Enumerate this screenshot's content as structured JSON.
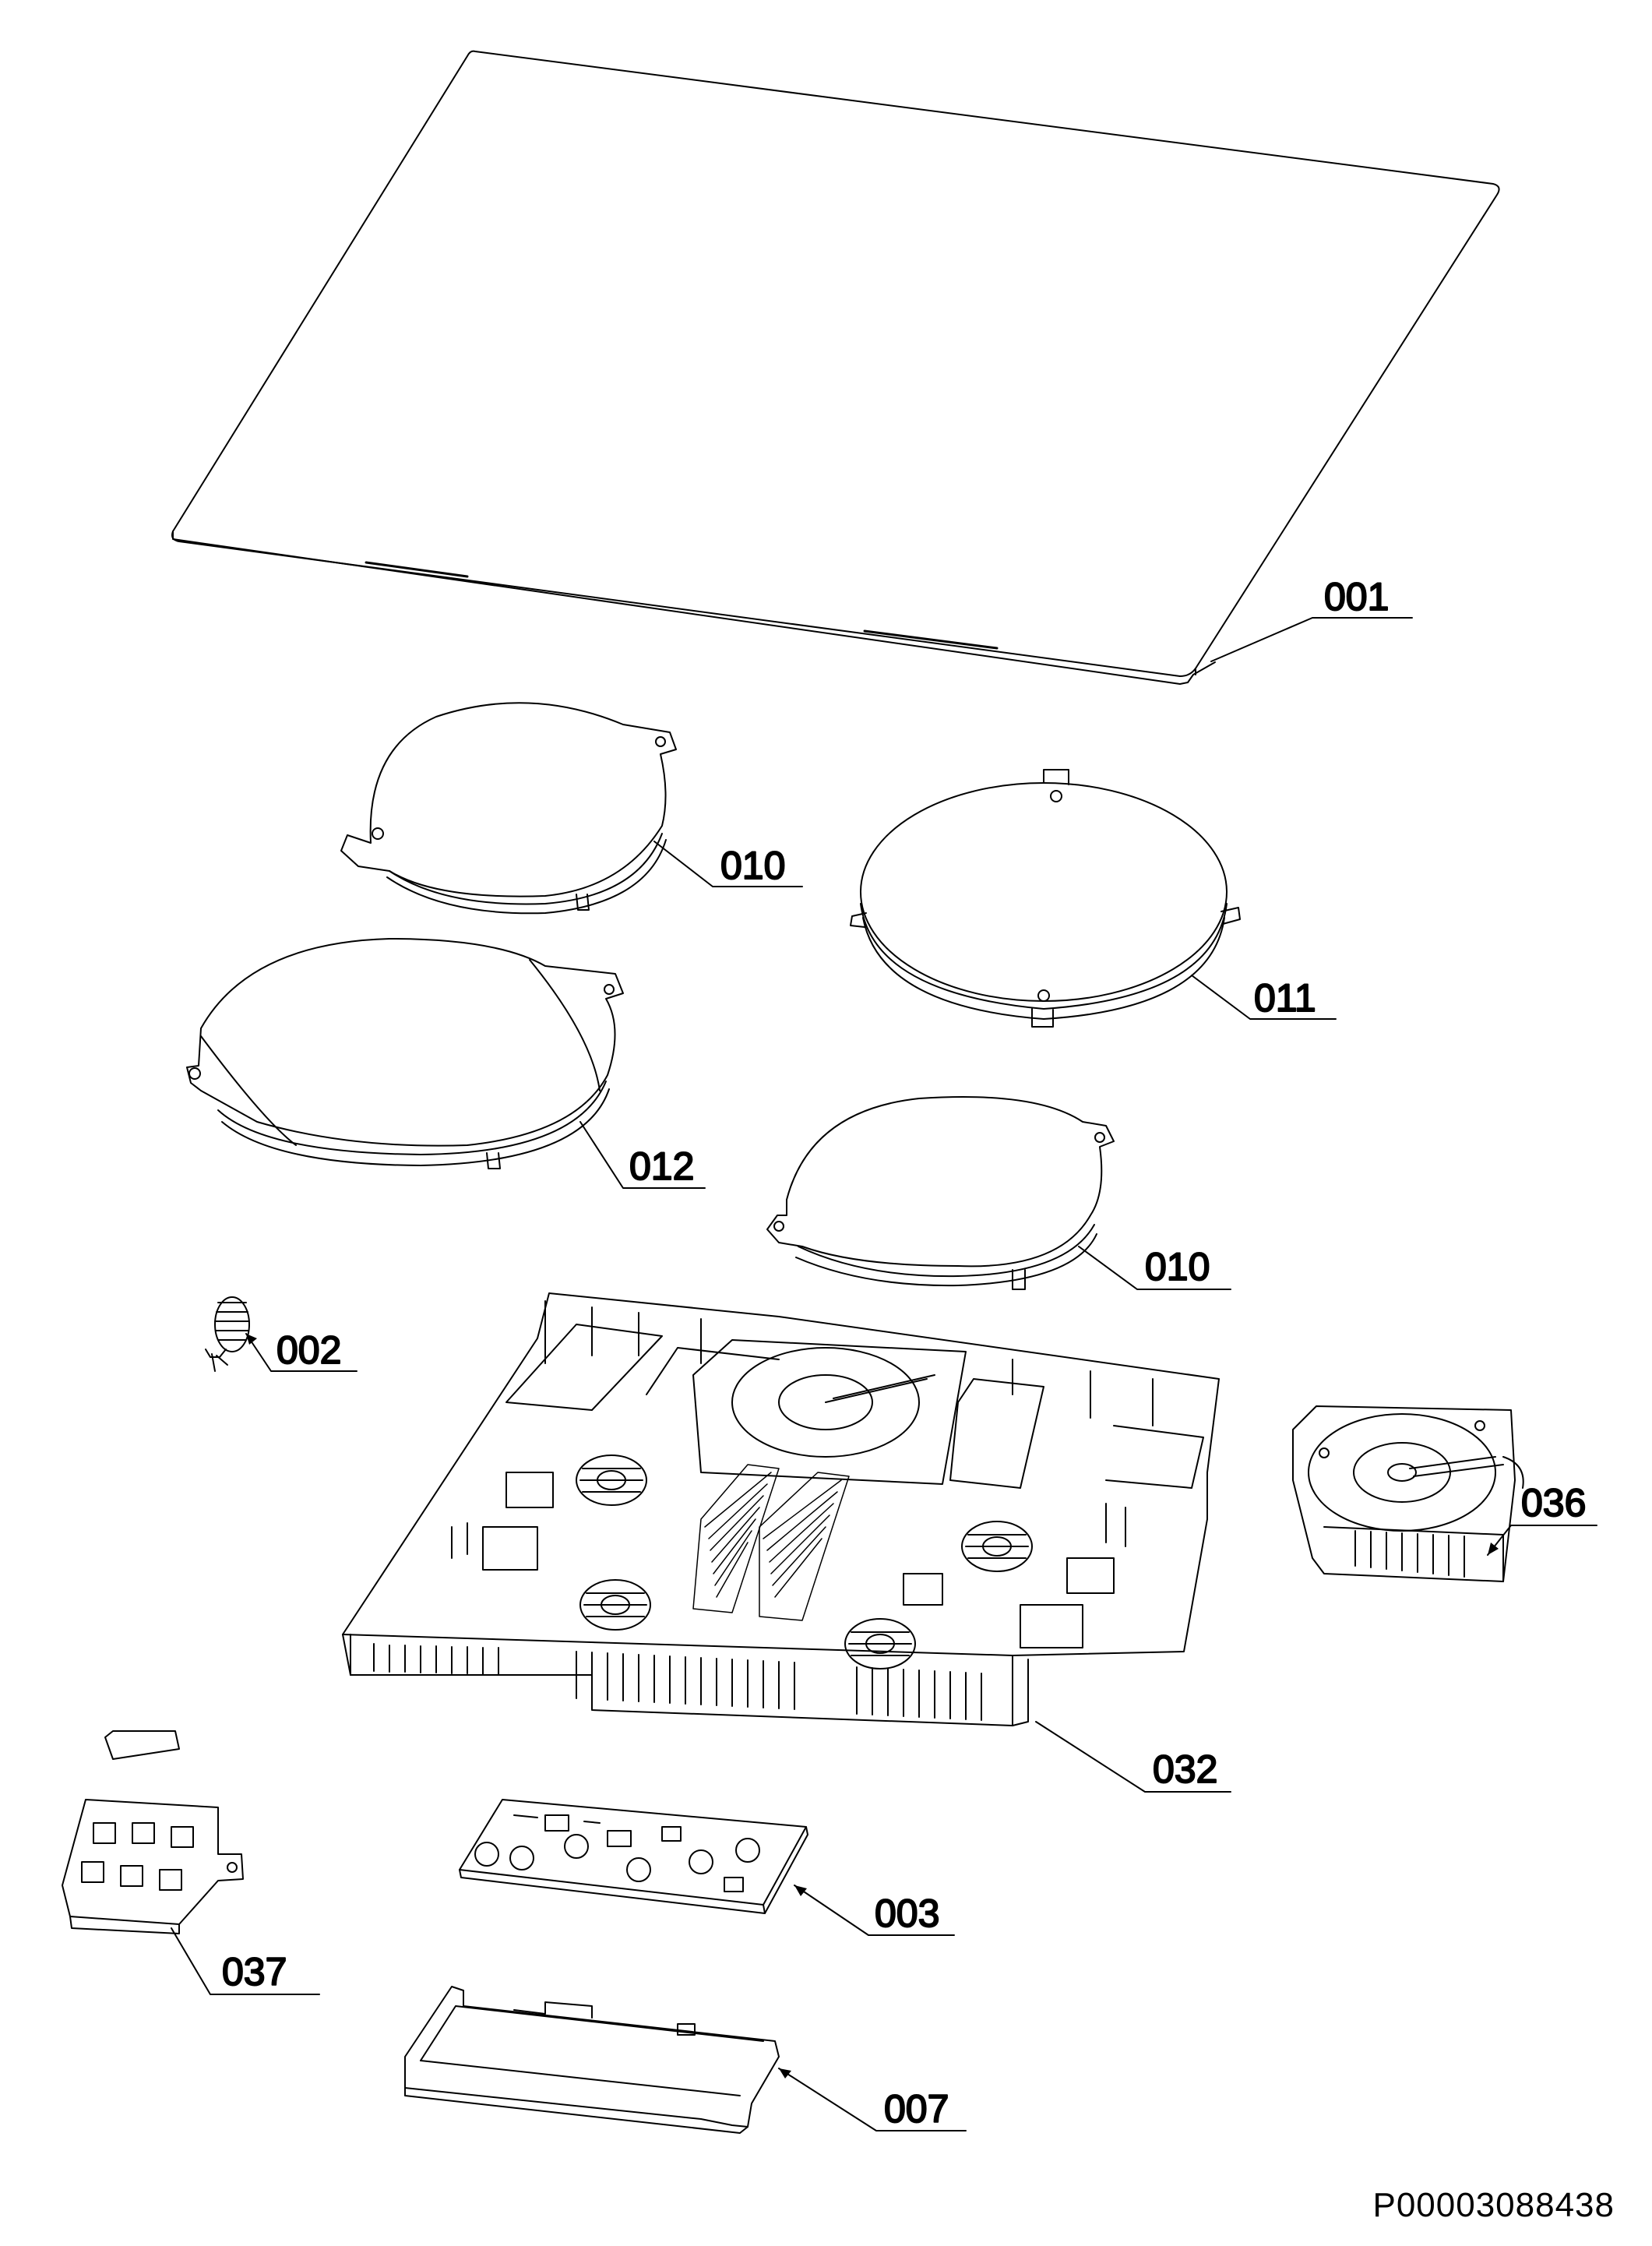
{
  "diagram": {
    "parts": [
      {
        "id": "cooktop-glass",
        "label": "001"
      },
      {
        "id": "coil-front-left",
        "label": "010"
      },
      {
        "id": "coil-rear-right",
        "label": "011"
      },
      {
        "id": "coil-large",
        "label": "012"
      },
      {
        "id": "coil-front-right",
        "label": "010"
      },
      {
        "id": "ferrite-choke",
        "label": "002"
      },
      {
        "id": "chassis-power-board",
        "label": "032"
      },
      {
        "id": "fan-assembly",
        "label": "036"
      },
      {
        "id": "control-pcb",
        "label": "003"
      },
      {
        "id": "terminal-block",
        "label": "037"
      },
      {
        "id": "pcb-frame",
        "label": "007"
      }
    ],
    "document_id": "P00003088438"
  }
}
